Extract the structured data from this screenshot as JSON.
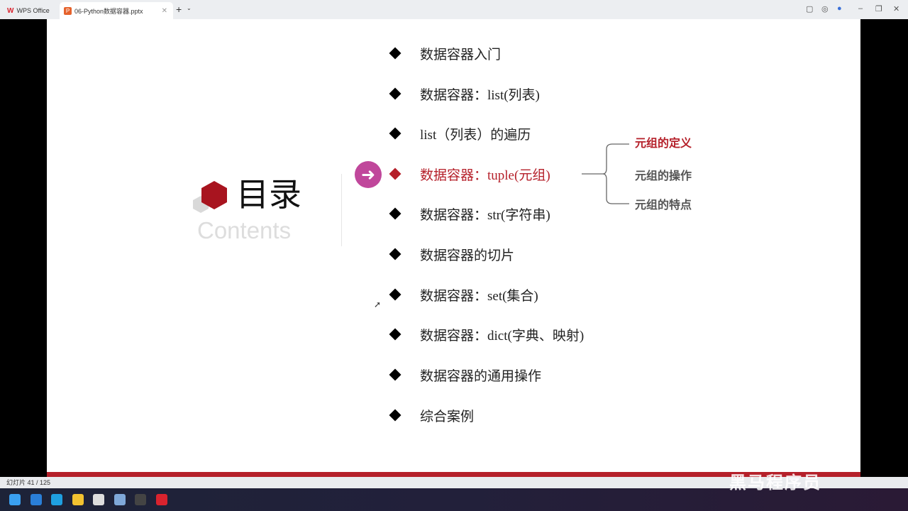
{
  "titlebar": {
    "home_tab": "WPS Office",
    "file_tab": "06-Python数据容器.pptx",
    "new_tab": "+",
    "tab_menu": "⌄",
    "min": "–",
    "restore": "❐",
    "close": "✕"
  },
  "slide": {
    "title": "目录",
    "subtitle": "Contents",
    "items": [
      {
        "label": "数据容器入门"
      },
      {
        "label": "数据容器：list(列表)"
      },
      {
        "label": "list（列表）的遍历"
      },
      {
        "label": "数据容器：tuple(元组)",
        "active": true
      },
      {
        "label": "数据容器：str(字符串)"
      },
      {
        "label": "数据容器的切片"
      },
      {
        "label": "数据容器：set(集合)"
      },
      {
        "label": "数据容器：dict(字典、映射)"
      },
      {
        "label": "数据容器的通用操作"
      },
      {
        "label": "综合案例"
      }
    ],
    "subitems": [
      {
        "label": "元组的定义",
        "active": true
      },
      {
        "label": "元组的操作"
      },
      {
        "label": "元组的特点"
      }
    ],
    "accent": "#b5202a",
    "arrow_color": "#c0479b"
  },
  "status": {
    "slide_counter": "幻灯片 41 / 125"
  },
  "watermark": "黑马程序员",
  "taskbar": {
    "icons": [
      "windows-start-icon",
      "search-icon",
      "edge-icon",
      "file-explorer-icon",
      "clock-icon",
      "calculator-icon",
      "terminal-icon",
      "wps-icon"
    ]
  }
}
